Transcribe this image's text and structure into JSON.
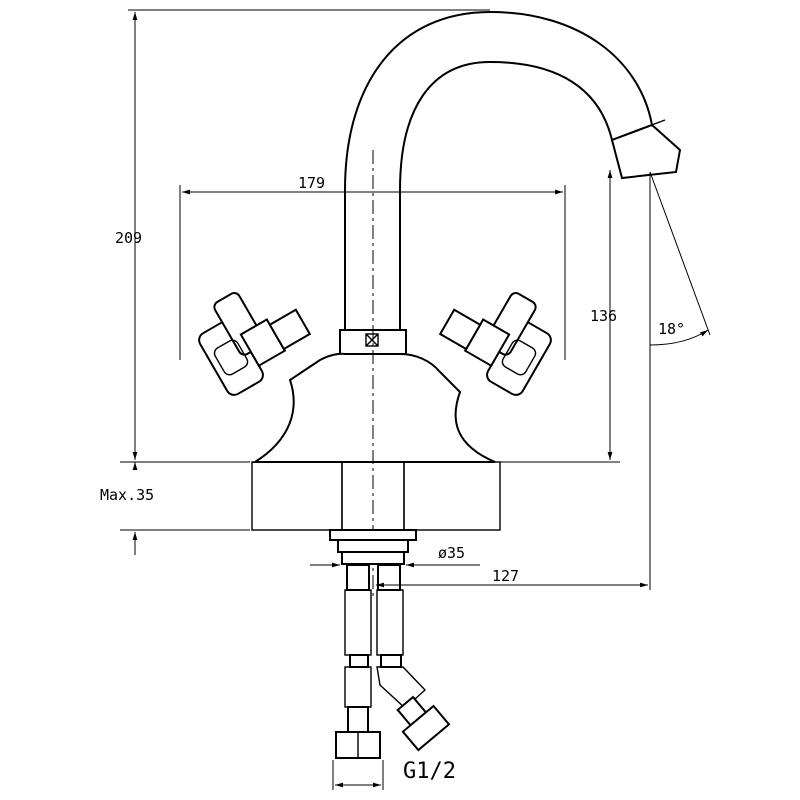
{
  "drawing": {
    "dimensions": {
      "total_height": "209",
      "handle_span": "179",
      "spout_height": "136",
      "spout_angle": "18°",
      "max_counter_thickness": "Max.35",
      "hole_diameter": "ø35",
      "spout_reach": "127",
      "connection_thread": "G1/2"
    }
  }
}
